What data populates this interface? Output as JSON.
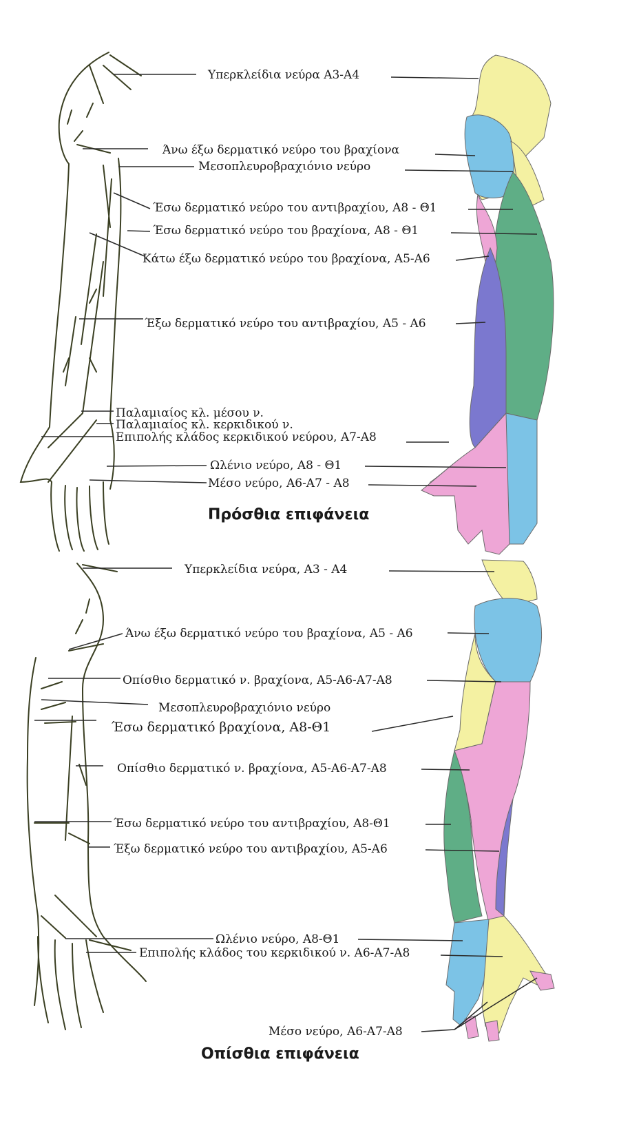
{
  "colors": {
    "yellow": "#f4f1a2",
    "blue": "#7cc3e6",
    "pink": "#eea6d6",
    "green": "#5fae86",
    "purple": "#7b78cf",
    "line": "#2a2a2a",
    "sketch": "#3a3f22"
  },
  "anterior": {
    "caption": "Πρόσθια επιφάνεια",
    "labels": [
      "Υπερκλείδια νεύρα Α3-Α4",
      "Άνω έξω δερματικό νεύρο του βραχίονα",
      "Μεσοπλευροβραχιόνιο νεύρο",
      "Έσω δερματικό νεύρο του αντιβραχίου, Α8 - Θ1",
      "Έσω δερματικό νεύρο του βραχίονα, Α8 - Θ1",
      "Κάτω έξω δερματικό νεύρο του βραχίονα, Α5-Α6",
      "Έξω δερματικό νεύρο του αντιβραχίου, Α5 - Α6",
      "Παλαμιαίος κλ. μέσου ν.",
      "Παλαμιαίος κλ. κερκιδικού ν.",
      "Επιπολής κλάδος κερκιδικού νεύρου, Α7-Α8",
      "Ωλένιο νεύρο, Α8 - Θ1",
      "Μέσο νεύρο, Α6-Α7 - Α8"
    ]
  },
  "posterior": {
    "caption": "Οπίσθια επιφάνεια",
    "labels": [
      "Υπερκλείδια νεύρα, Α3 - Α4",
      "Άνω έξω δερματικό νεύρο του βραχίονα, Α5 - Α6",
      "Οπίσθιο δερματικό ν. βραχίονα, Α5-Α6-Α7-Α8",
      "Μεσοπλευροβραχιόνιο νεύρο",
      "Έσω δερματικό βραχίονα, Α8-Θ1",
      "Οπίσθιο δερματικό ν. βραχίονα, Α5-Α6-Α7-Α8",
      "Έσω δερματικό νεύρο του αντιβραχίου, Α8-Θ1",
      "Έξω δερματικό νεύρο του αντιβραχίου, Α5-Α6",
      "Ωλένιο νεύρο, Α8-Θ1",
      "Επιπολής κλάδος του κερκιδικού ν. Α6-Α7-Α8",
      "Μέσο νεύρο, Α6-Α7-Α8"
    ]
  }
}
